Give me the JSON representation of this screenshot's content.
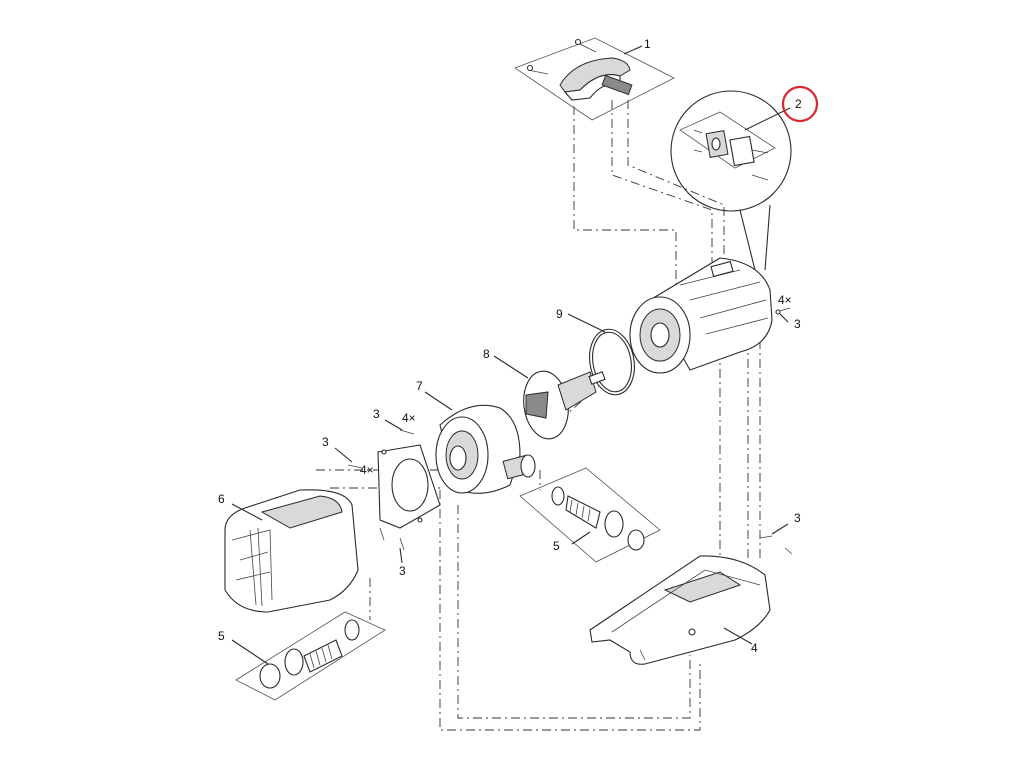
{
  "diagram": {
    "highlight_color": "#d9262b",
    "highlighted_part": "2",
    "labels": {
      "p1": "1",
      "p2": "2",
      "p3a": "3",
      "p4x_top": "4×",
      "p3b": "3",
      "p4x_mid": "4×",
      "p3c": "3",
      "p4x_left": "4×",
      "p3d": "3",
      "p3e": "3",
      "p4": "4",
      "p5a": "5",
      "p5b": "5",
      "p6": "6",
      "p7": "7",
      "p8": "8",
      "p9": "9"
    }
  }
}
